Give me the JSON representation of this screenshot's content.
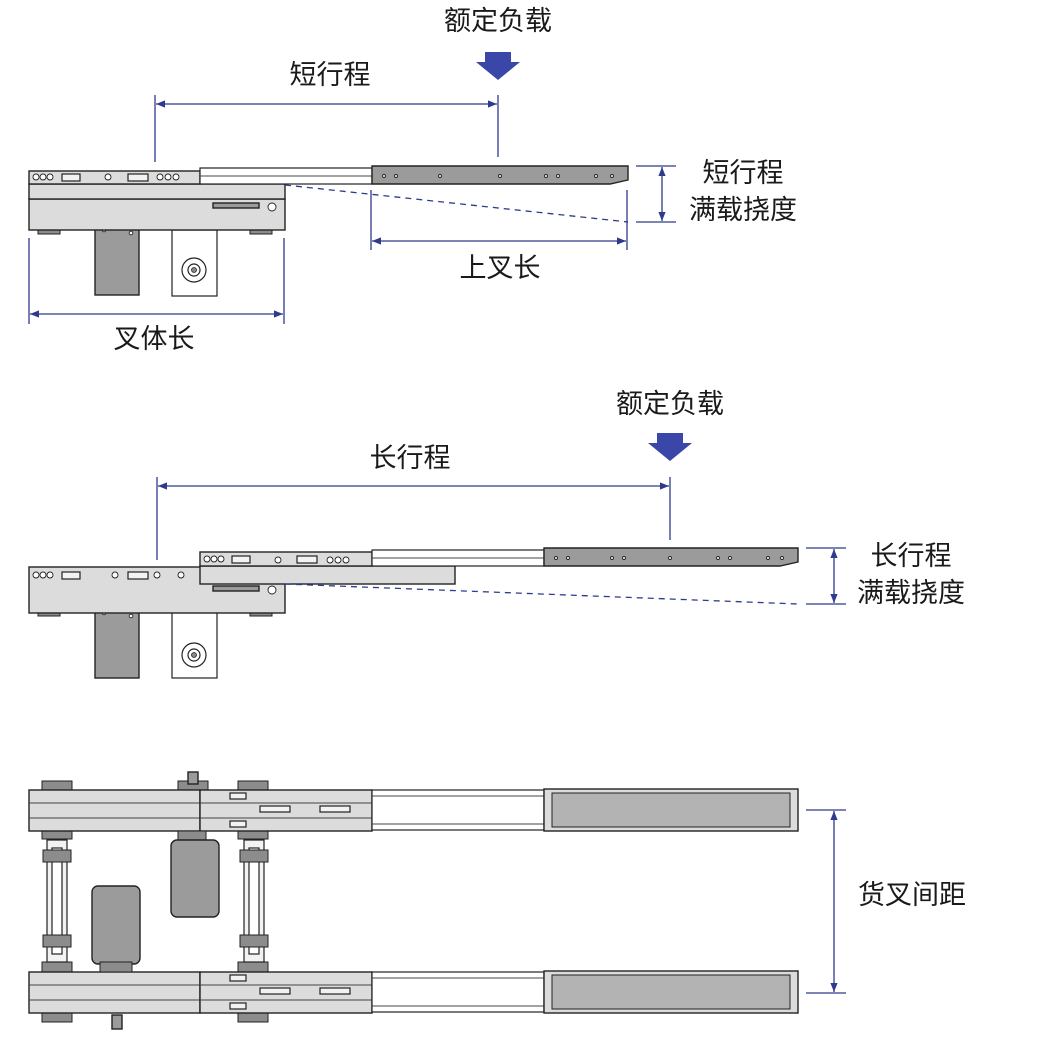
{
  "labels": {
    "rated_load_top": "额定负载",
    "short_stroke": "短行程",
    "short_deflection_line1": "短行程",
    "short_deflection_line2": "满载挠度",
    "upper_fork_length": "上叉长",
    "fork_body_length": "叉体长",
    "rated_load_middle": "额定负载",
    "long_stroke": "长行程",
    "long_deflection_line1": "长行程",
    "long_deflection_line2": "满载挠度",
    "fork_spacing": "货叉间距"
  },
  "colors": {
    "dimension_line": "#2e3a8c",
    "load_arrow": "#3b47a8",
    "fork_body": "#dcdcdc",
    "fork_tip": "#9b9b9b"
  }
}
